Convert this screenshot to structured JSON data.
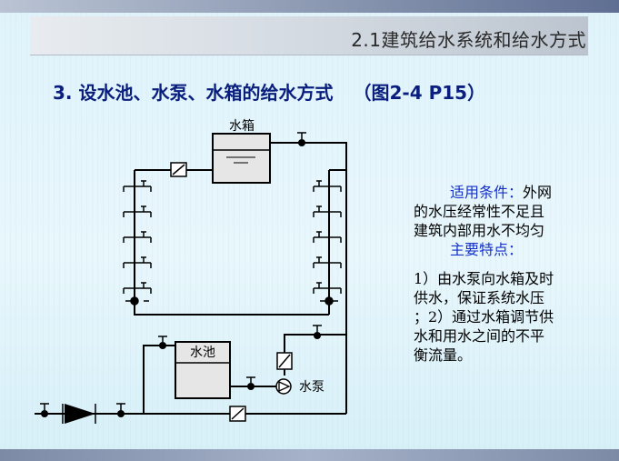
{
  "header": {
    "title": "2.1建筑给水系统和给水方式"
  },
  "heading": {
    "text": "3. 设水池、水泵、水箱的给水方式",
    "ref": "（图2-4  P15）"
  },
  "diagram": {
    "tank_label": "水箱",
    "pool_label": "水池",
    "pump_label": "水泵"
  },
  "side": {
    "condition_label": "适用条件：",
    "condition_text_1": "外网",
    "condition_text_2": "的水压经常性不足且",
    "condition_text_3": "建筑内部用水不均匀",
    "features_label": "主要特点：",
    "features_1": "1）由水泵向水箱及时",
    "features_2": "供水，保证系统水压",
    "features_3": "；2）通过水箱调节供",
    "features_4": "水和用水之间的不平",
    "features_5": "衡流量。"
  },
  "colors": {
    "heading": "#0a1f7d",
    "accent_blue": "#1532c8",
    "pipe": "#000000",
    "vessel_fill": "#e6e6e6"
  }
}
